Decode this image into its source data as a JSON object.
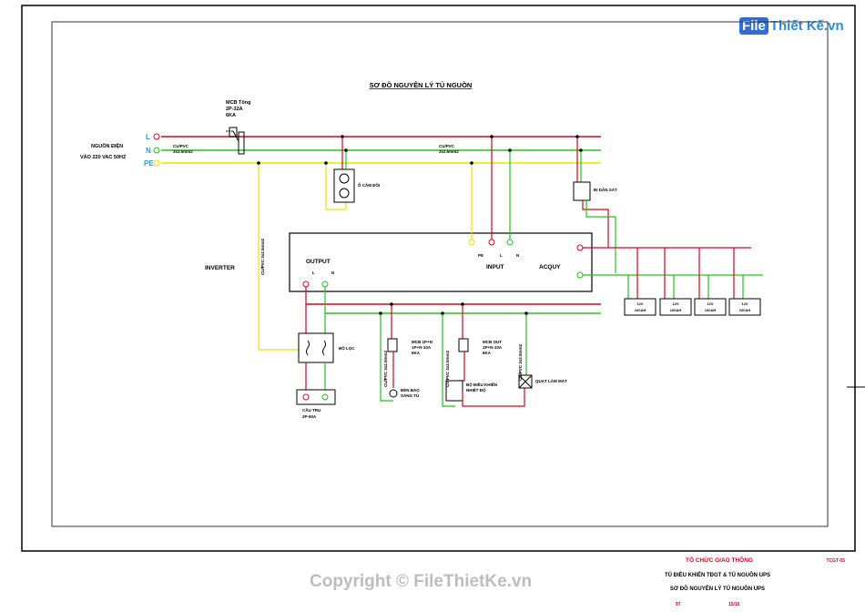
{
  "watermark": {
    "logo_badge": "File",
    "logo_text": "Thiết Kế.vn",
    "copyright": "Copyright © FileThietKe.vn"
  },
  "diagram": {
    "title": "SƠ ĐỒ NGUYÊN LÝ TỦ NGUỒN",
    "line_L": "L",
    "line_N": "N",
    "line_PE": "PE",
    "source_label_1": "NGUỒN ĐIỆN",
    "source_label_2": "VÀO 220 VAC 50HZ",
    "mcb_main_1": "MCB Tổng",
    "mcb_main_2": "2P-32A",
    "mcb_main_3": "6KA",
    "cable_1a": "CU/PVC",
    "cable_1b": "3x2.5mm2",
    "cable_2a": "CU/PVC",
    "cable_2b": "3x2.5mm2",
    "socket_label": "Ổ CẮM ĐÔI",
    "sp_label": "ĐỊ DÂN SÁT",
    "inverter_label": "INVERTER",
    "cable_v": "CU/PVC 3x2.5mm2",
    "output_label": "OUTPUT",
    "output_L": "L",
    "output_N": "N",
    "input_label": "INPUT",
    "input_pe": "PE",
    "input_L": "L",
    "input_N": "N",
    "acquy_label": "ACQUY",
    "battery_1a": "12V",
    "battery_1b": "100AH",
    "battery_2a": "12V",
    "battery_2b": "100AH",
    "battery_3a": "12V",
    "battery_3b": "100AH",
    "battery_4a": "12V",
    "battery_4b": "100AH",
    "filter_label": "BỘ LỌC",
    "terminal_1": "CẦU TRU",
    "terminal_2": "2P-60A",
    "mcb_a_1": "MCB 1P+N",
    "mcb_a_2": "1P+N-10A",
    "mcb_a_3": "6KA",
    "mcb_b_1": "MCB OUT",
    "mcb_b_2": "1P+N-10A",
    "mcb_b_3": "6KA",
    "lamp_label_1": "ĐÈN BÁO",
    "lamp_label_2": "SÁNG TỦ",
    "ctrl_label_1": "BỘ ĐIỀU KHIỂN",
    "ctrl_label_2": "NHIỆT ĐỘ",
    "fan_label": "QUẠT LÀM MÁT",
    "cable_branch_1": "CU/PVC 3x2.5mm2",
    "cable_branch_2": "CU/PVC 3x2.5mm2",
    "cable_branch_3": "CU/PVC 3x2.5mm2"
  },
  "titleblock": {
    "org": "TỔ CHỨC GIAO THÔNG",
    "code": "TCGT-05",
    "line1": "TỦ ĐIỀU KHIỂN TĐGT & TỦ NGUỒN UPS",
    "line2": "SƠ ĐỒ NGUYÊN LÝ TỦ NGUỒN UPS",
    "small_1": "97",
    "small_2": "15/16"
  },
  "colors": {
    "line_L": "#e0001b",
    "line_N": "#22c41e",
    "line_PE": "#e6e600",
    "frame": "#000000"
  }
}
